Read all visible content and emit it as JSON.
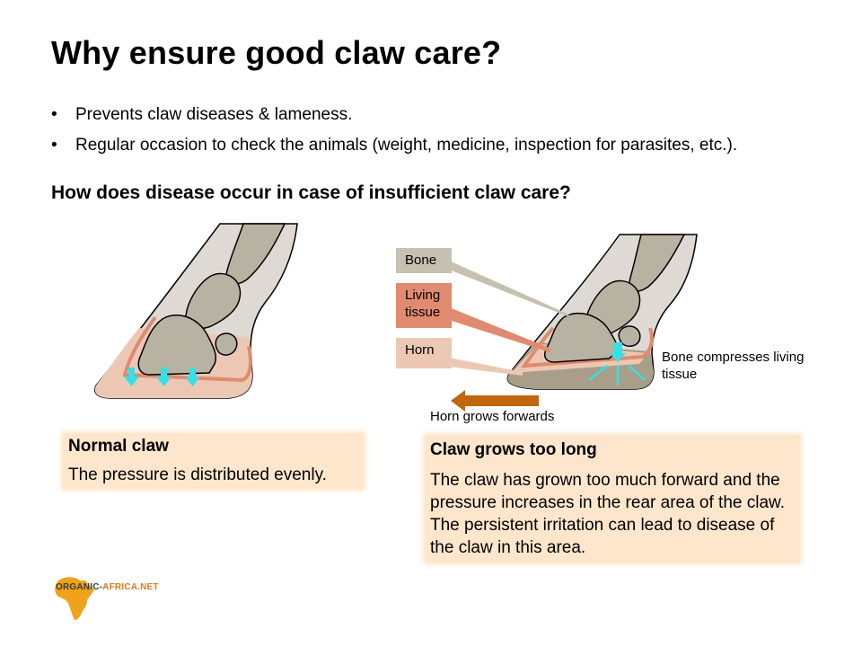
{
  "slide": {
    "title": "Why ensure good claw care?",
    "bullets": [
      "Prevents claw diseases & lameness.",
      "Regular occasion to check the animals (weight, medicine, inspection for parasites, etc.)."
    ],
    "bullet_symbol": "•",
    "subtitle": "How does disease occur in case of insufficient claw care?"
  },
  "legend": {
    "bone": "Bone",
    "living_tissue": "Living tissue",
    "living_line1": "Living",
    "living_line2": "tissue",
    "horn": "Horn"
  },
  "annotations": {
    "bone_compresses": "Bone compresses living tissue",
    "horn_grows": "Horn grows forwards"
  },
  "boxes": {
    "normal": {
      "heading": "Normal claw",
      "text": "The pressure is distributed evenly."
    },
    "long": {
      "heading": "Claw grows too long",
      "text": "The claw has grown too much forward and the pressure increases in the rear area of the claw. The persistent irritation can lead to disease of the claw in this area."
    }
  },
  "logo": {
    "part1": "ORGANIC-",
    "part2": "AFRICA.NET"
  },
  "colors": {
    "bone": "#c6c0b0",
    "living_tissue": "#e08a70",
    "horn": "#ecc8b4",
    "pressure_arrows": "#37e0e6",
    "growth_arrow": "#c0670e",
    "box_fill": "#fde6cc"
  }
}
